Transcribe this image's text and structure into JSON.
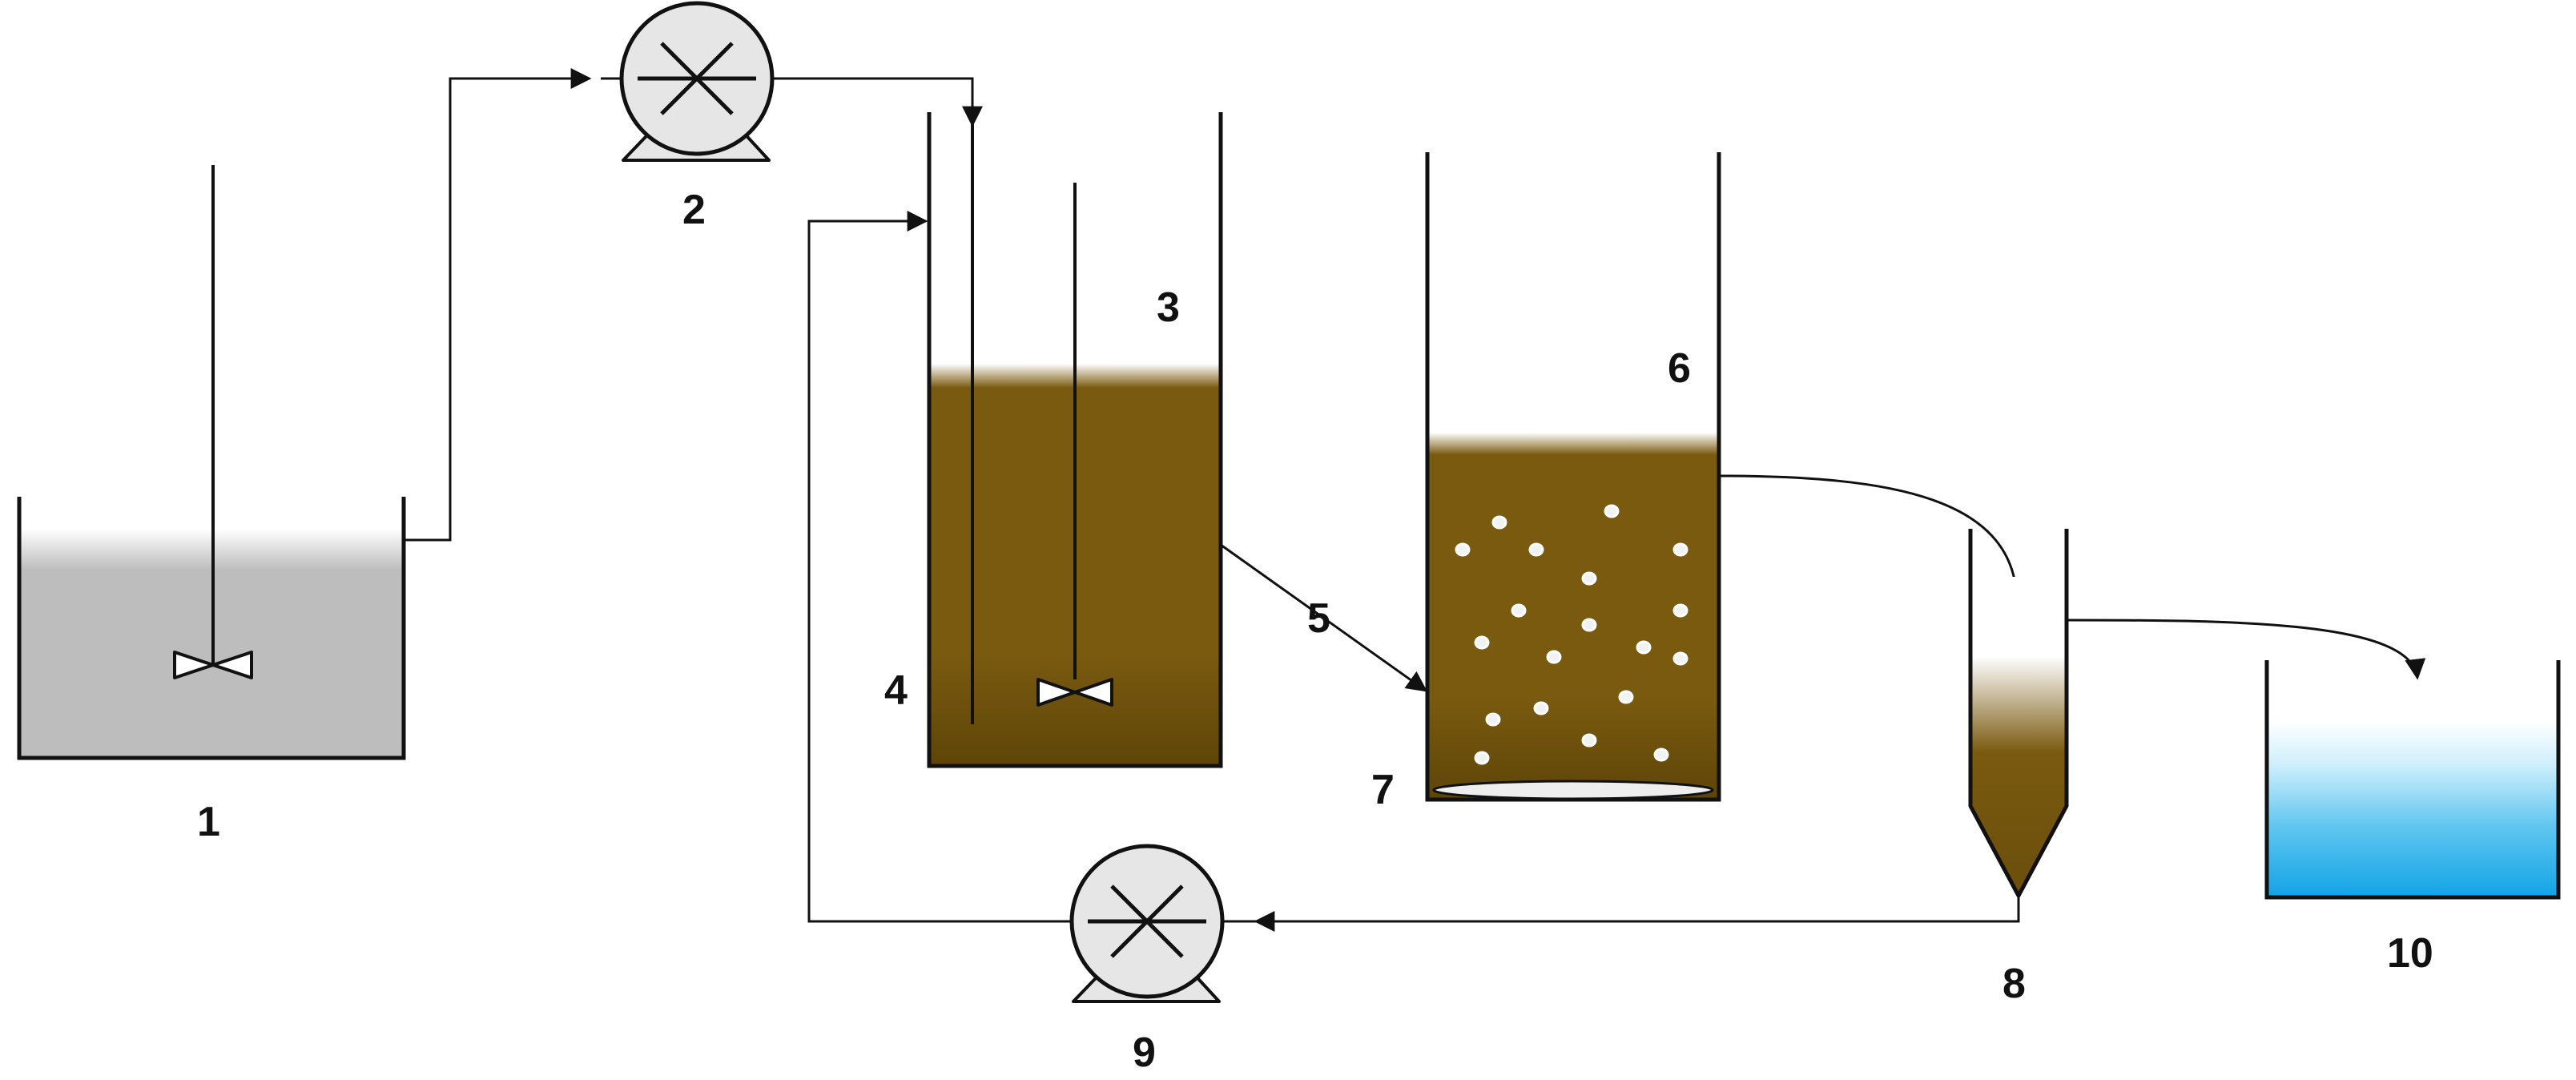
{
  "labels": {
    "feed_tank": "1",
    "feed_pump": "2",
    "anoxic_reactor": "3",
    "anoxic_mixer": "4",
    "transfer_line": "5",
    "aerobic_reactor": "6",
    "air_diffuser": "7",
    "settler": "8",
    "recycle_pump": "9",
    "effluent_tank": "10"
  },
  "colors": {
    "stroke": "#111111",
    "feed_liquid": "#bdbdbd",
    "sludge": "#7a5a0f",
    "sludge_dark": "#5e4508",
    "effluent": "#1aa8e8",
    "pump_body": "#e6e6e6",
    "bubble": "#f2f2f2"
  }
}
